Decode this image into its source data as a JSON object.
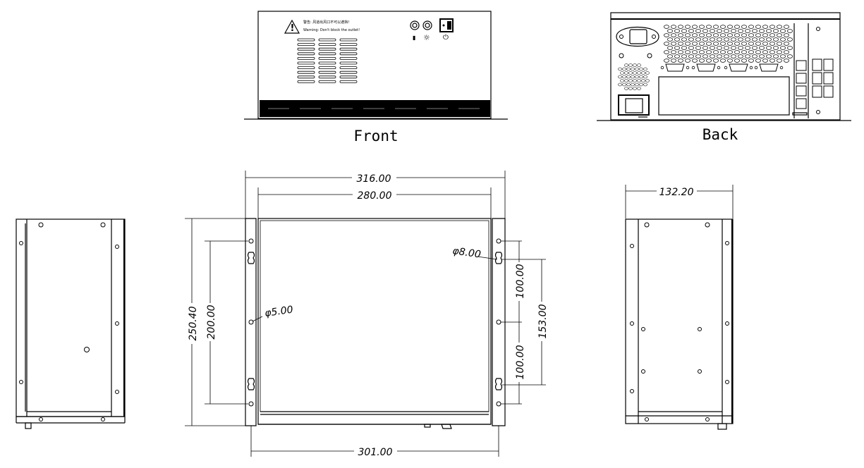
{
  "views": {
    "front": {
      "label": "Front",
      "warning_cn": "警告: 风道出风口不可以遮挡!",
      "warning_en": "Warning: Don't block the outlet!"
    },
    "back": {
      "label": "Back"
    }
  },
  "dimensions": {
    "overall_width": "316.00",
    "body_width": "280.00",
    "hole_pitch_bottom": "301.00",
    "overall_height": "250.40",
    "hole_pitch_vertical": "200.00",
    "hole_small": "φ5.00",
    "hole_large": "φ8.00",
    "right_upper": "100.00",
    "right_lower": "100.00",
    "right_span": "153.00",
    "depth": "132.20"
  }
}
